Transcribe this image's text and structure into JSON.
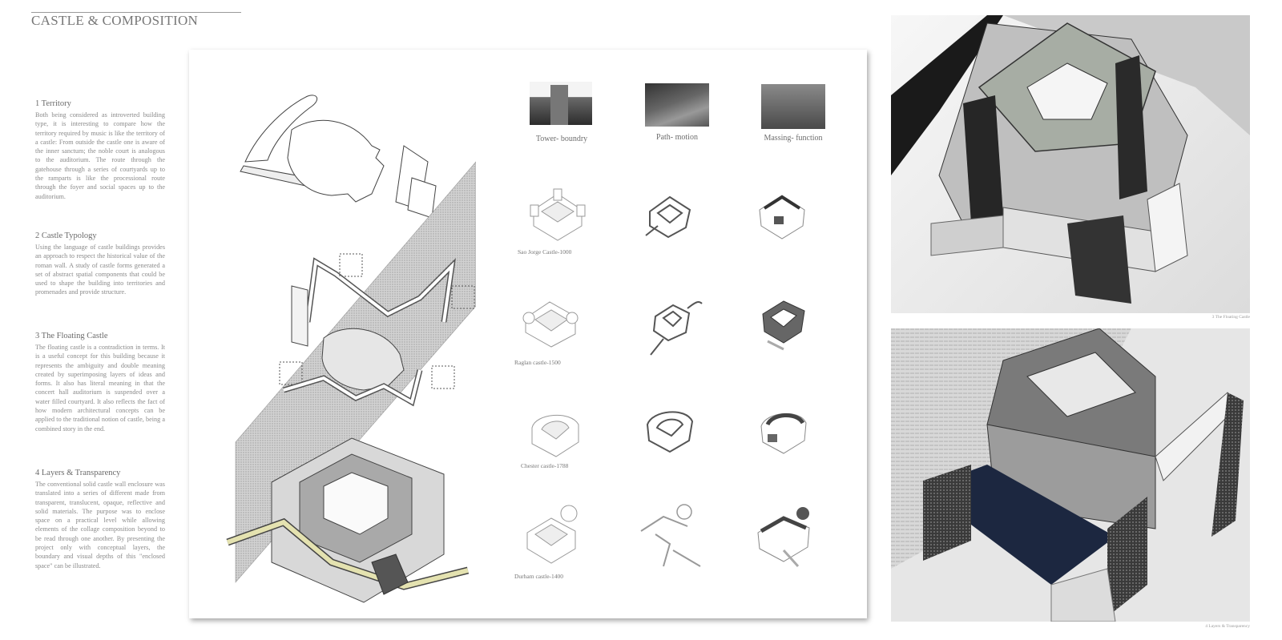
{
  "page": {
    "title": "CASTLE & COMPOSITION"
  },
  "sections": [
    {
      "heading": "1 Territory",
      "body": "Both being considered as introverted building type, it is interesting to compare how the territory required by music is like the territory of a castle: From outside the castle one is aware of the inner sanctum; the noble court is analogous to the auditorium. The route through the gatehouse through a series of courtyards up to the ramparts is like the processional route through the foyer and social spaces up to the auditorium."
    },
    {
      "heading": "2 Castle Typology",
      "body": "Using the language of castle buildings provides an approach to respect the historical value of the roman wall. A study of castle forms generated a set of abstract spatial components that could be used to shape the building into territories and promenades and provide structure."
    },
    {
      "heading": "3 The Floating Castle",
      "body": "The floating castle is a contradiction in terms. It is a useful concept for this building because it represents the ambiguity and double meaning created by superimposing layers of ideas and forms. It also has literal meaning in that the concert hall auditorium is suspended over a water filled courtyard. It also reflects the fact of how modern architectural concepts can be applied to the traditional notion of castle, being a combined story in the end."
    },
    {
      "heading": "4 Layers & Transparency",
      "body": "The conventional solid castle wall enclosure was translated into a series of different made from transparent, translucent, opaque, reflective and solid materials. The purpose was to enclose space on a practical level while allowing elements of the collage composition beyond to be read through one another. By presenting the project only with conceptual layers, the boundary and visual depths of this \"enclosed space\" can be illustrated."
    }
  ],
  "columns": [
    {
      "label": "Tower- boundry"
    },
    {
      "label": "Path- motion"
    },
    {
      "label": "Massing- function"
    }
  ],
  "castles": [
    {
      "label": "Sao Jorge Castle-1000"
    },
    {
      "label": "Raglan castle-1500"
    },
    {
      "label": "Chester castle-1788"
    },
    {
      "label": "Durham castle-1400"
    }
  ],
  "renders": [
    {
      "caption": "3 The Floating Castle"
    },
    {
      "caption": "4 Layers & Transparency"
    }
  ],
  "colors": {
    "accent_yellow": "#e4e2b0",
    "wall_hatch": "#bdbdbd",
    "dark_mass": "#3a3a3a",
    "water": "#1c2740"
  }
}
